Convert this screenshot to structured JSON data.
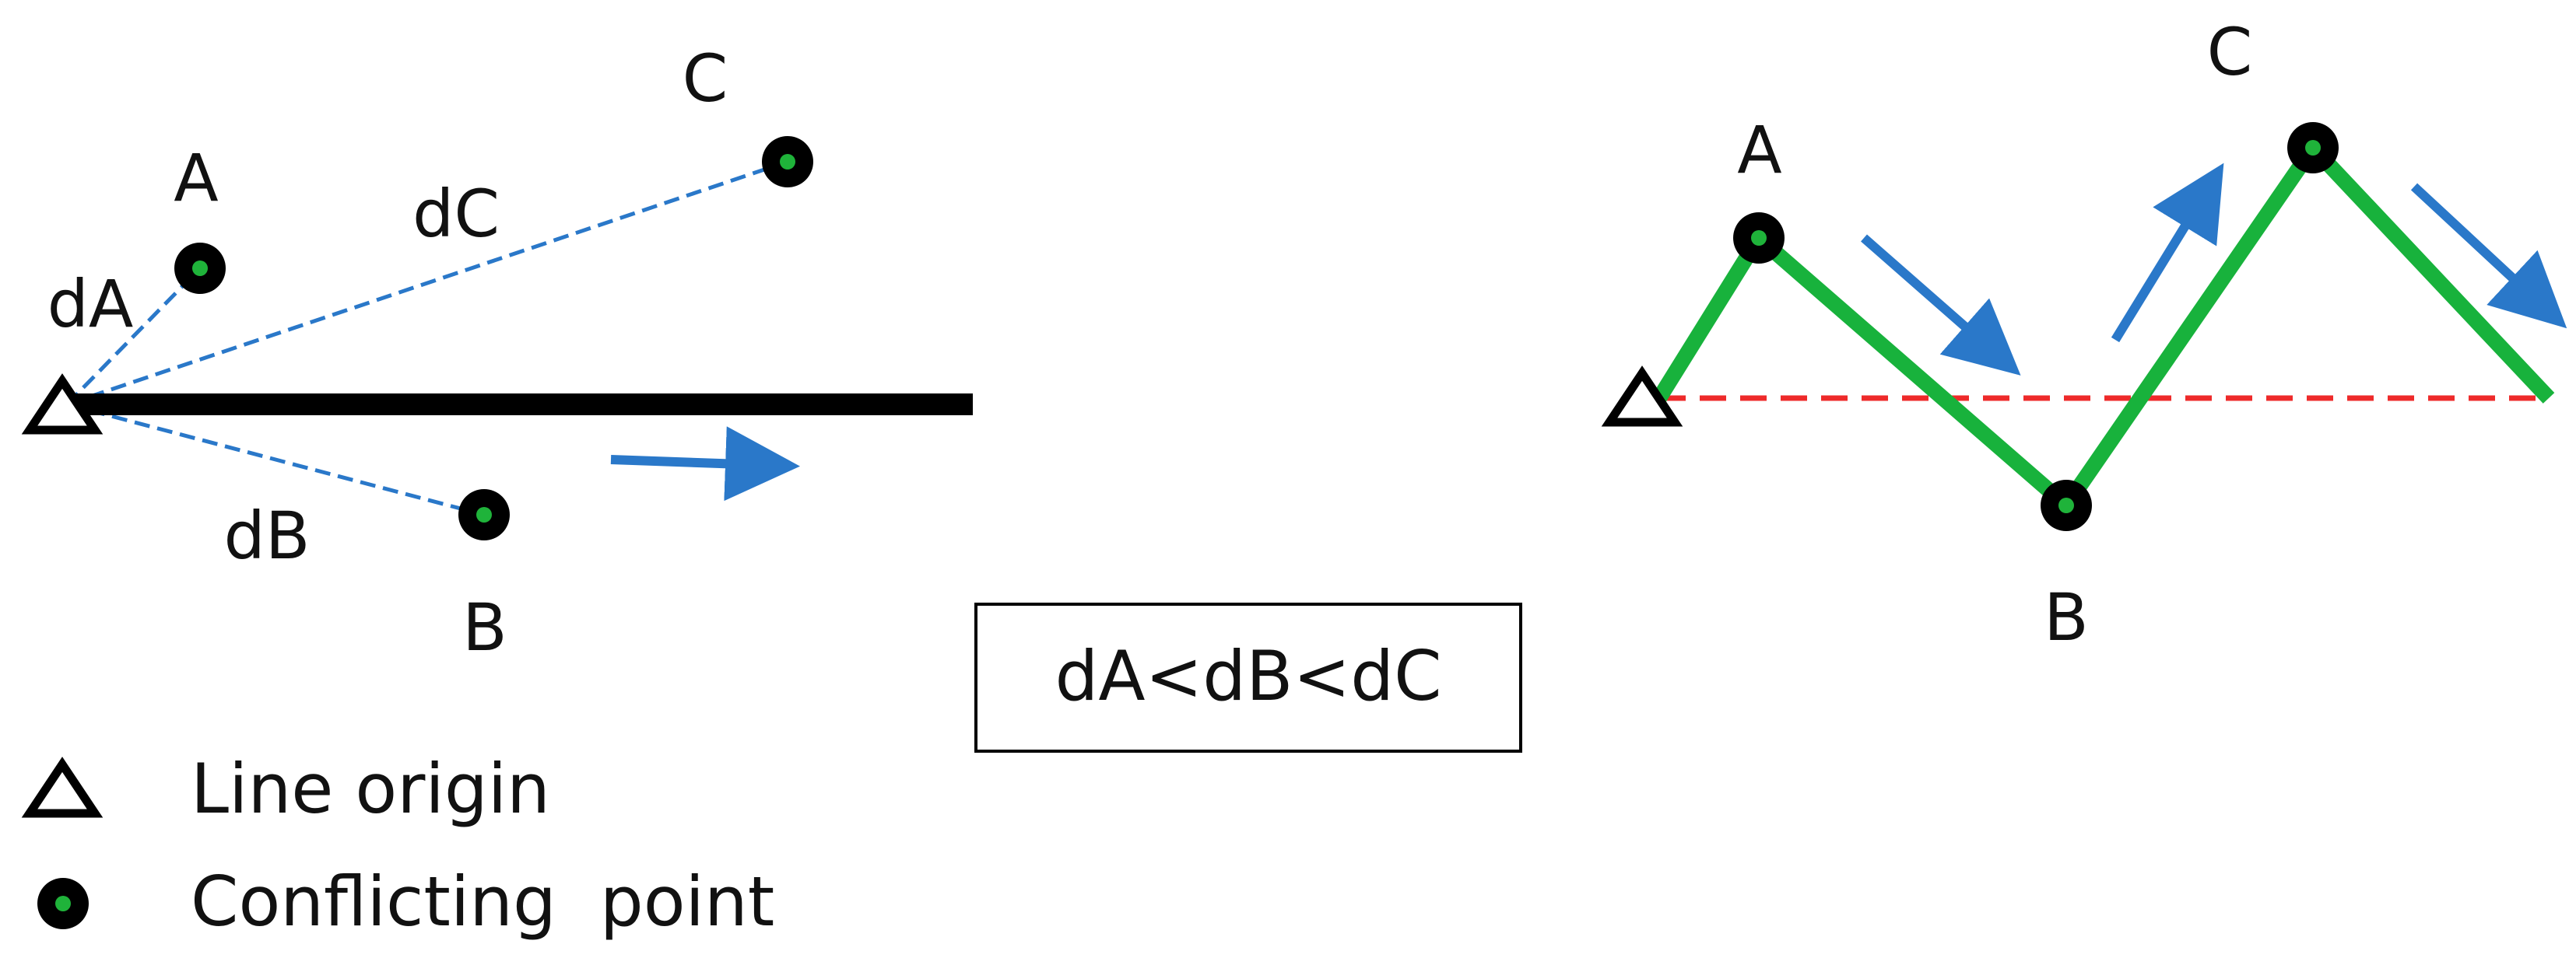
{
  "colors": {
    "blue_arrow": "#2a78c9",
    "dashed_blue": "#2a78c9",
    "green": "#18b23c",
    "red_dashed": "#ee2a2a",
    "black": "#000000",
    "point_fill": "#000000",
    "point_center": "#1fb33a"
  },
  "icons": {
    "origin": "triangle-outline-icon",
    "point": "black-dot-green-center-icon",
    "direction": "blue-arrow-icon"
  },
  "left_panel": {
    "points": {
      "a": "A",
      "b": "B",
      "c": "C"
    },
    "distances": {
      "a": "dA",
      "b": "dB",
      "c": "dC"
    }
  },
  "relation": "dA<dB<dC",
  "right_panel": {
    "points": {
      "a": "A",
      "b": "B",
      "c": "C"
    }
  },
  "legend": {
    "origin": "Line origin",
    "point": "Conflicting  point"
  }
}
